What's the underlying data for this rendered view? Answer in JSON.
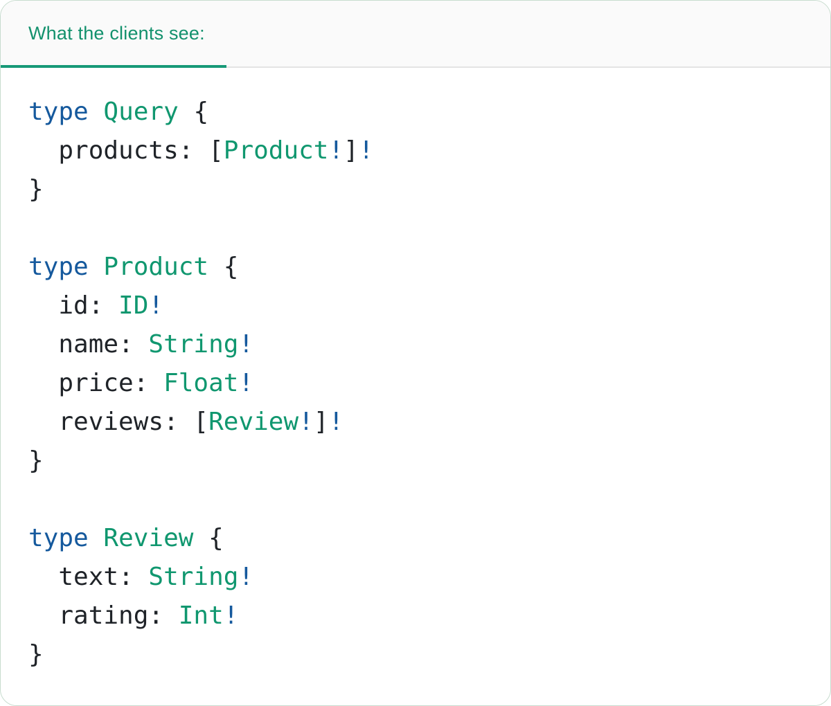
{
  "colors": {
    "card_bg": "#FFFFFF",
    "card_border": "#C7DCCE",
    "header_bg": "#FAFAFA",
    "header_divider": "#E4E4E4",
    "tab_underline": "#179977",
    "title": "#13916D",
    "kw": "#15599D",
    "ty": "#10976F",
    "pl": "#1F2328"
  },
  "header": {
    "tab_label": "What the clients see:"
  },
  "code": {
    "language": "graphql-sdl",
    "lines": [
      [
        {
          "c": "kw",
          "t": "type"
        },
        {
          "c": "pl",
          "t": " "
        },
        {
          "c": "ty",
          "t": "Query"
        },
        {
          "c": "pl",
          "t": " {"
        }
      ],
      [
        {
          "c": "pl",
          "t": "  products: ["
        },
        {
          "c": "ty",
          "t": "Product"
        },
        {
          "c": "kw",
          "t": "!"
        },
        {
          "c": "pl",
          "t": "]"
        },
        {
          "c": "kw",
          "t": "!"
        }
      ],
      [
        {
          "c": "pl",
          "t": "}"
        }
      ],
      [],
      [
        {
          "c": "kw",
          "t": "type"
        },
        {
          "c": "pl",
          "t": " "
        },
        {
          "c": "ty",
          "t": "Product"
        },
        {
          "c": "pl",
          "t": " {"
        }
      ],
      [
        {
          "c": "pl",
          "t": "  id: "
        },
        {
          "c": "ty",
          "t": "ID"
        },
        {
          "c": "kw",
          "t": "!"
        }
      ],
      [
        {
          "c": "pl",
          "t": "  name: "
        },
        {
          "c": "ty",
          "t": "String"
        },
        {
          "c": "kw",
          "t": "!"
        }
      ],
      [
        {
          "c": "pl",
          "t": "  price: "
        },
        {
          "c": "ty",
          "t": "Float"
        },
        {
          "c": "kw",
          "t": "!"
        }
      ],
      [
        {
          "c": "pl",
          "t": "  reviews: ["
        },
        {
          "c": "ty",
          "t": "Review"
        },
        {
          "c": "kw",
          "t": "!"
        },
        {
          "c": "pl",
          "t": "]"
        },
        {
          "c": "kw",
          "t": "!"
        }
      ],
      [
        {
          "c": "pl",
          "t": "}"
        }
      ],
      [],
      [
        {
          "c": "kw",
          "t": "type"
        },
        {
          "c": "pl",
          "t": " "
        },
        {
          "c": "ty",
          "t": "Review"
        },
        {
          "c": "pl",
          "t": " {"
        }
      ],
      [
        {
          "c": "pl",
          "t": "  text: "
        },
        {
          "c": "ty",
          "t": "String"
        },
        {
          "c": "kw",
          "t": "!"
        }
      ],
      [
        {
          "c": "pl",
          "t": "  rating: "
        },
        {
          "c": "ty",
          "t": "Int"
        },
        {
          "c": "kw",
          "t": "!"
        }
      ],
      [
        {
          "c": "pl",
          "t": "}"
        }
      ]
    ]
  }
}
